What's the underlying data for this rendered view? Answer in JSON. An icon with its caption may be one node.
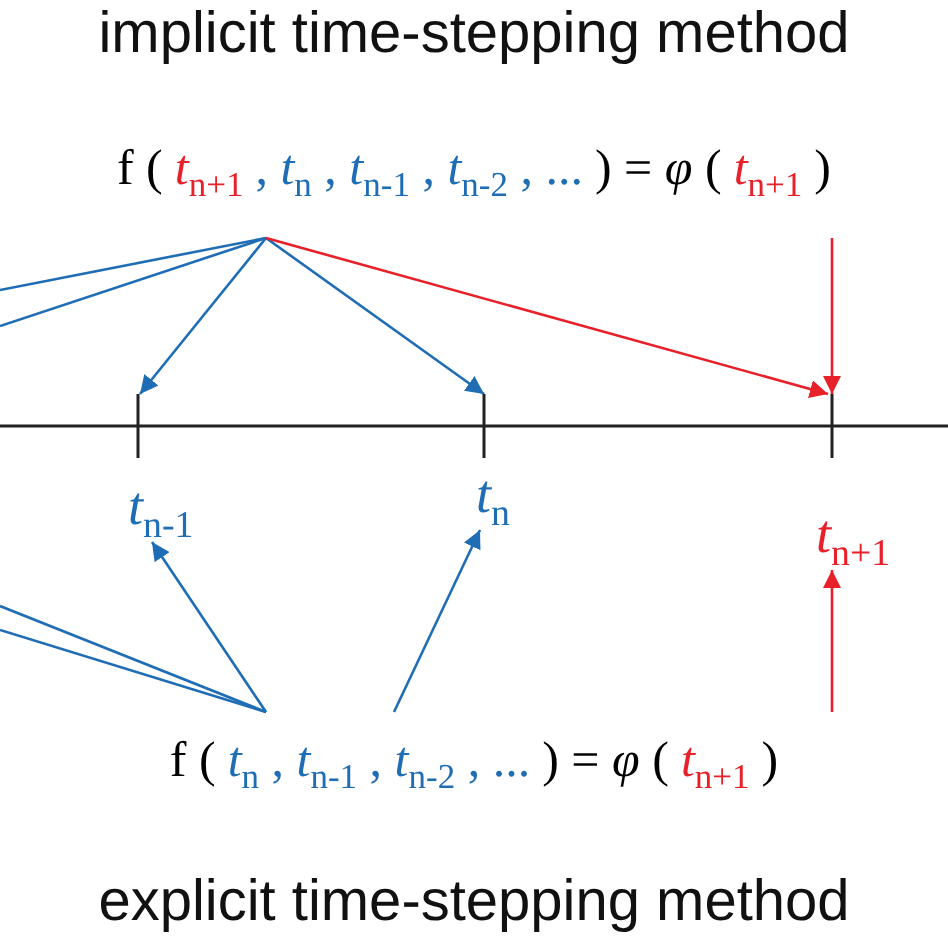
{
  "diagram": {
    "nodes": [
      {
        "text": [
          "f (",
          "*t*$_{n+1}$",
          ", *t*$_{n}$ , *t*$_{n-1}$ , *t*$_{n-2}$ , ...",
          ") = *φ* (",
          "*t*$_{n+1}$",
          ")"
        ]
      },
      {
        "text": [
          "*t*$_{n-1}$"
        ]
      },
      {
        "text": [
          "*t*$_{n}$"
        ]
      },
      {
        "text": [
          "*t*$_{n+1}$"
        ]
      },
      {
        "text": [
          "f (",
          "*t*$_{n}$ , *t*$_{n-1}$ , *t*$_{n-2}$ , ...",
          ") = *φ* (",
          "*t*$_{n+1}$",
          ")"
        ]
      }
    ],
    "edges": [
      {
        "from": 0,
        "to": 1,
        "arrow": "to"
      },
      {
        "from": 0,
        "to": 2,
        "arrow": "to"
      },
      {
        "from": 0,
        "to": 3,
        "arrow": "to",
        "color": "#e8202a"
      },
      {
        "from": 0,
        "to": 3,
        "arrow": "to",
        "color": "#e8202a"
      },
      {
        "from": 0,
        "to": null,
        "arrow": "none"
      },
      {
        "from": 0,
        "to": null,
        "arrow": "none"
      },
      {
        "from": 4,
        "to": 1,
        "arrow": "to"
      },
      {
        "from": 4,
        "to": 2,
        "arrow": "to"
      },
      {
        "from": 4,
        "to": 3,
        "arrow": "to",
        "color": "#e8202a"
      },
      {
        "from": 4,
        "to": null,
        "arrow": "none"
      },
      {
        "from": 4,
        "to": null,
        "arrow": "none"
      }
    ],
    "labels": [
      "implicit time-stepping method",
      "explicit time-stepping method"
    ]
  }
}
